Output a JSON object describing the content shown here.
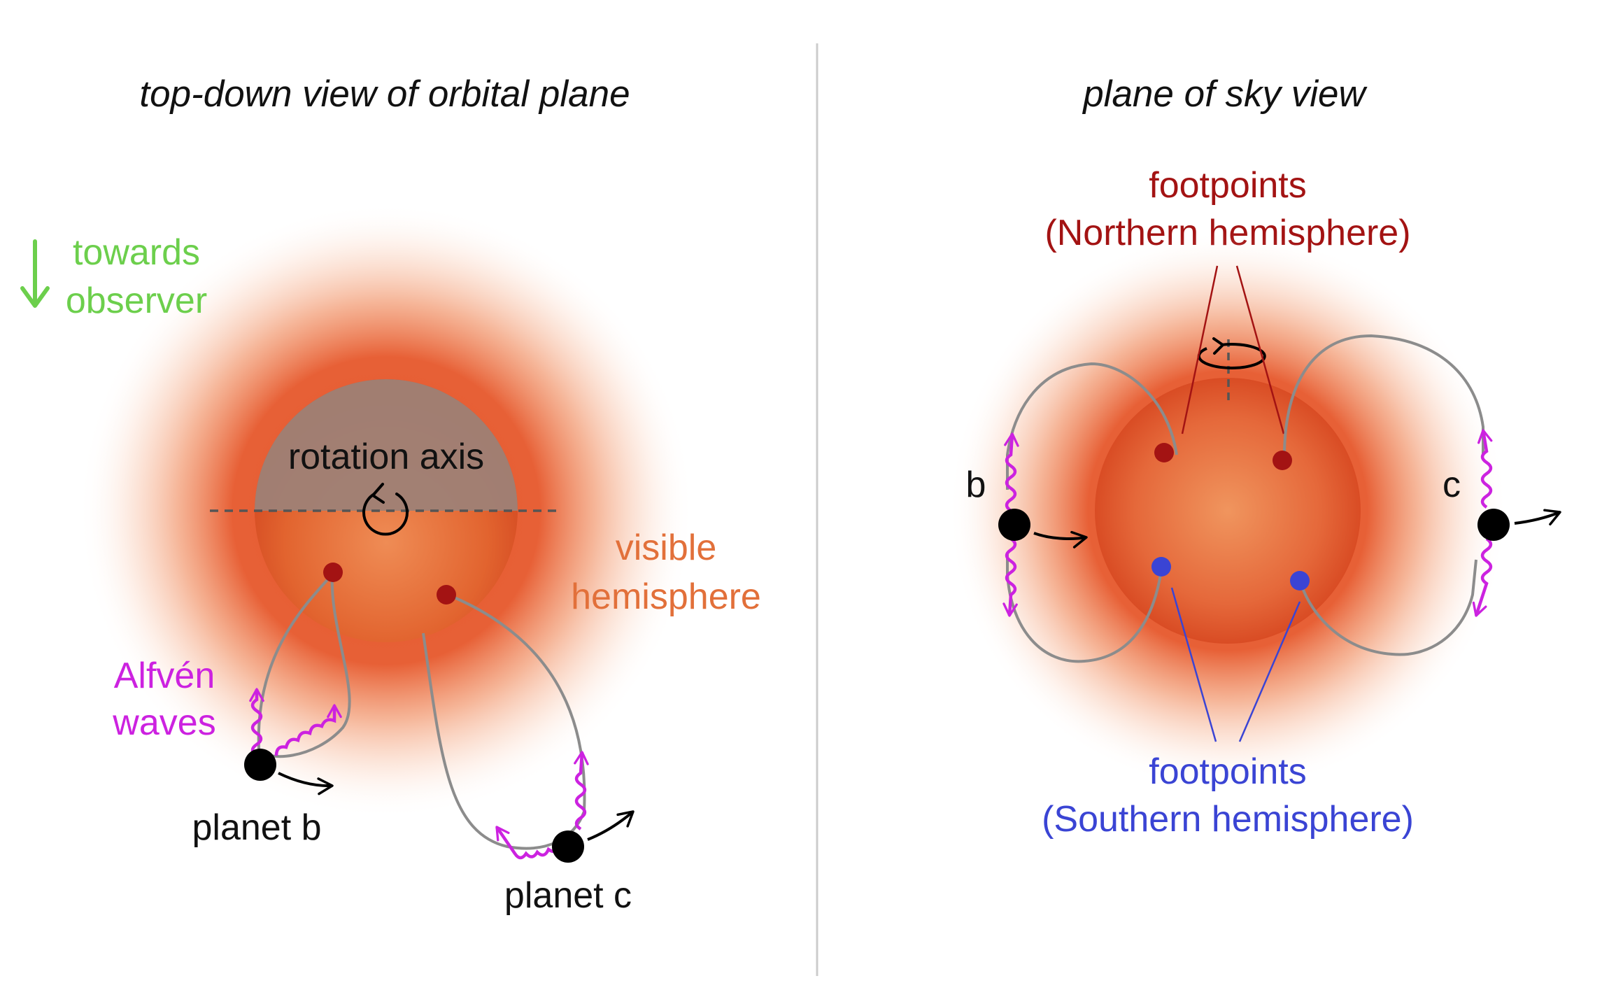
{
  "left_panel": {
    "title": "top-down view of orbital plane",
    "observer_label_line1": "towards",
    "observer_label_line2": "observer",
    "rotation_axis_label": "rotation axis",
    "visible_label_line1": "visible",
    "visible_label_line2": "hemisphere",
    "alfven_label_line1": "Alfvén",
    "alfven_label_line2": "waves",
    "planet_b_label": "planet b",
    "planet_c_label": "planet c"
  },
  "right_panel": {
    "title": "plane of sky view",
    "north_label_line1": "footpoints",
    "north_label_line2": "(Northern hemisphere)",
    "south_label_line1": "footpoints",
    "south_label_line2": "(Southern hemisphere)",
    "planet_b_label": "b",
    "planet_c_label": "c"
  },
  "colors": {
    "observer": "#6ccf4c",
    "visible_hemisphere": "#e2703a",
    "alfven_waves": "#cc22e0",
    "north_footpoints": "#a31313",
    "south_footpoints": "#3a44d4",
    "field_lines": "#8c8c8c",
    "star": "#d8522a"
  },
  "icons": [
    "observer-arrow-icon",
    "rotation-arrow-icon",
    "orbit-direction-arrow-icon",
    "wave-arrow-icon"
  ]
}
